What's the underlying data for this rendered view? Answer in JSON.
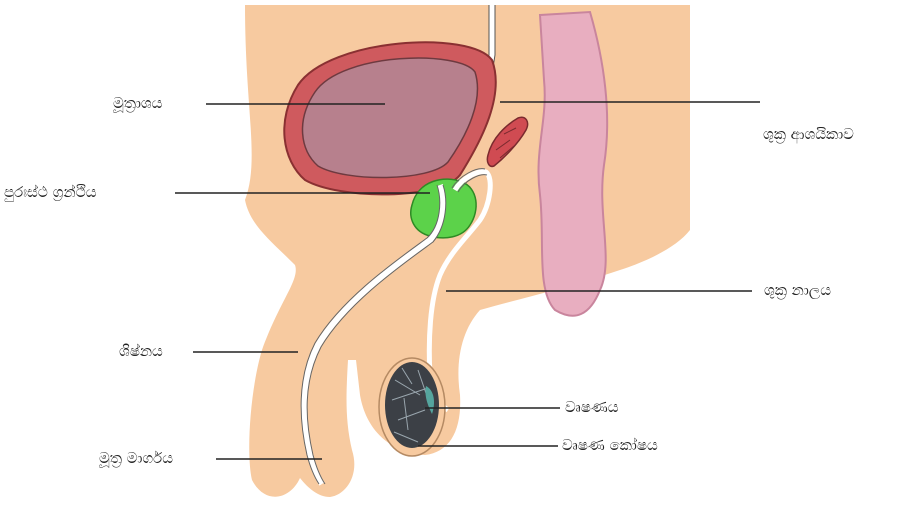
{
  "labels": {
    "bladder": "මූත්‍රාශය",
    "prostate": "පුරඃස්ථ ග්‍රන්ථිය",
    "penis": "ශිෂ්නය",
    "urethra": "මූත්‍ර මාර්ගය",
    "seminal_vesicle": "ශුක්‍ර ආශයිකාව",
    "vas_deferens": "ශුක්‍ර නාලය",
    "testis": "වෘෂණය",
    "scrotum": "වෘෂණ කෝෂය"
  },
  "colors": {
    "skin": "#f7caa0",
    "bladder_wall": "#cf5a5e",
    "bladder_inner": "#b7808d",
    "prostate": "#5cd24a",
    "rectum": "#e8aec0",
    "testis": "#3c4046",
    "line": "#222222"
  }
}
